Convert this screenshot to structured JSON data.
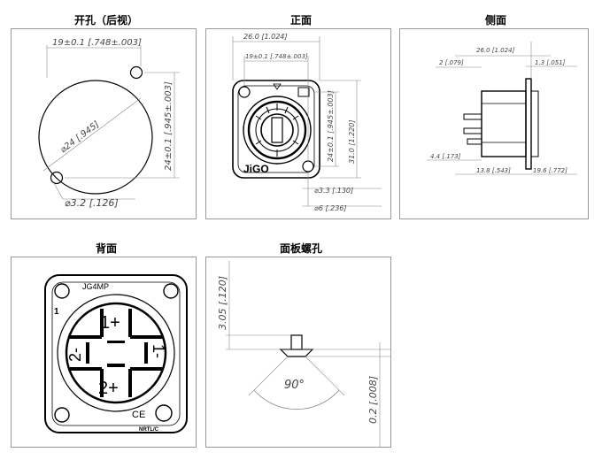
{
  "titles": {
    "cutout": "开孔（后视）",
    "front": "正面",
    "side": "侧面",
    "back": "背面",
    "screw": "面板螺孔"
  },
  "cutout": {
    "width_dim": "19±0.1 [.748±.003]",
    "diameter_dim": "⌀24 [.945]",
    "height_dim": "24±0.1 [.945±.003]",
    "hole_dim": "⌀3.2 [.126]"
  },
  "front": {
    "brand": "JiGO",
    "width_outer": "26.0 [1.024]",
    "width_inner": "19±0.1 [.748±.003]",
    "height_inner": "24±0.1 [.945±.003]",
    "height_outer": "31.0 [1.220]",
    "hole_dim": "⌀3.3 [.130]",
    "boss_dim": "⌀6 [.236]"
  },
  "side": {
    "top_dim": "26.0 [1.024]",
    "dim_left": "2 [.079]",
    "dim_right": "1.3 [.051]",
    "dim_bottom_left": "4.4 [.173]",
    "dim_bottom_mid": "13.8 [.543]",
    "dim_bottom_right": "19.6 [.772]"
  },
  "back": {
    "model": "JG4MP",
    "pin_1_plus": "1+",
    "pin_2_plus": "2+",
    "pin_2_minus": "2-",
    "pin_1_minus": "1-",
    "marker": "1",
    "ce_mark": "CE",
    "cert_mark": "NRTL/C"
  },
  "screw": {
    "depth_dim": "3.05 [.120]",
    "angle": "90°",
    "offset_dim": "0.2 [.008]"
  }
}
